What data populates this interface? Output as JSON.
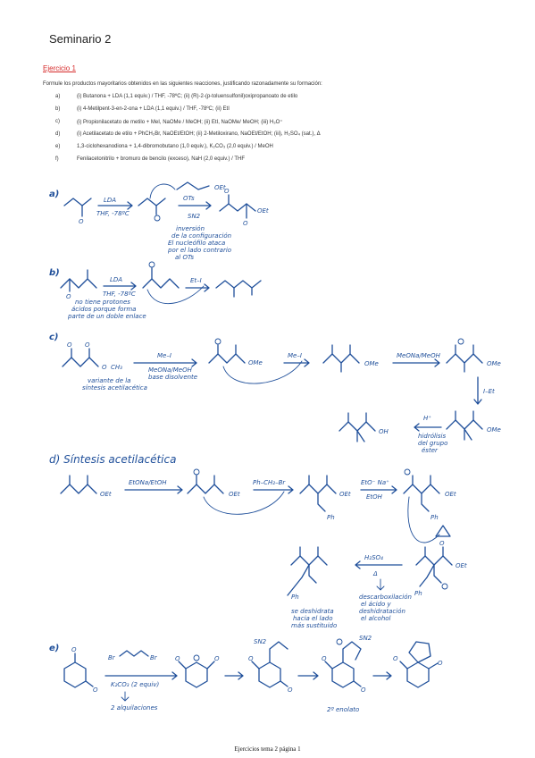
{
  "page": {
    "title": "Seminario 2",
    "exercise_heading": "Ejercicio 1",
    "intro": "Formule los productos mayoritarios obtenidos en las siguientes reacciones, justificando razonadamente su formación:",
    "items": [
      {
        "letter": "a)",
        "text": "(i) Butanona + LDA (1,1 equiv.) / THF, -78ºC; (ii) (R)-2-(p-toluensulfonil)oxipropanoato de etilo"
      },
      {
        "letter": "b)",
        "text": "(i) 4-Metilpent-3-en-2-ona + LDA (1,1 equiv.) / THF, -78ºC; (ii) EtI"
      },
      {
        "letter": "c)",
        "text": "(i) Propionilacetato de metilo + MeI, NaOMe / MeOH; (ii) EtI, NaOMe/ MeOH; (iii) H₃O⁺"
      },
      {
        "letter": "d)",
        "text": "(i) Acetilacetato de etilo + PhCH₂Br, NaOEt/EtOH; (ii) 2-Metiloxirano, NaOEt/EtOH; (iii), H₂SO₄ (sat.), Δ"
      },
      {
        "letter": "e)",
        "text": "1,3-ciclohexanodiona + 1,4-dibromobutano (1,0 equiv.), K₂CO₃ (2,0 equiv.) / MeOH"
      },
      {
        "letter": "f)",
        "text": "Fenilacetonitrilo + bromuro de bencilo (exceso), NaH (2,0 equiv.) / THF"
      }
    ],
    "footer": "Ejercicios tema 2 página 1"
  },
  "handwriting": {
    "a": {
      "label": "a)",
      "reagent_top": "LDA",
      "reagent_bottom": "THF, -78ºC",
      "ots": "OTs",
      "oet_1": "OEt",
      "sn2": "SN2",
      "note": [
        "inversión",
        "de la configuración",
        "El nucleófilo ataca",
        "por el lado contrario",
        "al OTs"
      ],
      "oet_2": "OEt"
    },
    "b": {
      "label": "b)",
      "reagent_top": "LDA",
      "reagent_bottom": "THF, -78ºC",
      "eti": "Et–I",
      "note": [
        "no tiene protones",
        "ácidos porque forma",
        "parte de un doble enlace"
      ]
    },
    "c": {
      "label": "c)",
      "ch3": "CH₃",
      "note": [
        "variante de la",
        "síntesis acetilacética"
      ],
      "reagent_1": "Me–I",
      "reagent_2": "MeONa/MeOH",
      "reagent_3": "base  disolvente",
      "ome_1": "OMe",
      "mei": "Me–I",
      "ome_2": "OMe",
      "meona": "MeONa/MeOH",
      "ome_3": "OMe",
      "iet": "I–Et",
      "h_plus": "H⁺",
      "hydrolysis": [
        "hidrólisis",
        "del grupo",
        "éster"
      ],
      "oh": "OH",
      "ome_4": "OMe"
    },
    "d": {
      "label": "d) Síntesis acetilacética",
      "oet_1": "OEt",
      "reagent_1": "EtONa/EtOH",
      "oet_2": "OEt",
      "reagent_2": "Ph–CH₂–Br",
      "oet_3": "OEt",
      "ph_1": "Ph",
      "reagent_3": "EtO⁻ Na⁺",
      "reagent_4": "EtOH",
      "oet_4": "OEt",
      "ph_2": "Ph",
      "oet_5": "OEt",
      "ph_3": "Ph",
      "h2so4": "H₂SO₄",
      "delta": "Δ",
      "note_right": [
        "descarboxilación",
        "el ácido y",
        "deshidratación",
        "el alcohol"
      ],
      "ph_4": "Ph",
      "note_left": [
        "se deshidrata",
        "hacia el lado",
        "más sustituido"
      ]
    },
    "e": {
      "label": "e)",
      "br_1": "Br",
      "br_2": "Br",
      "k2co3": "K₂CO₃ (2 equiv)",
      "alkylations": "2 alquilaciones",
      "sn2_1": "SN2",
      "sn2_2": "SN2",
      "second_step": "2º enolato"
    }
  }
}
